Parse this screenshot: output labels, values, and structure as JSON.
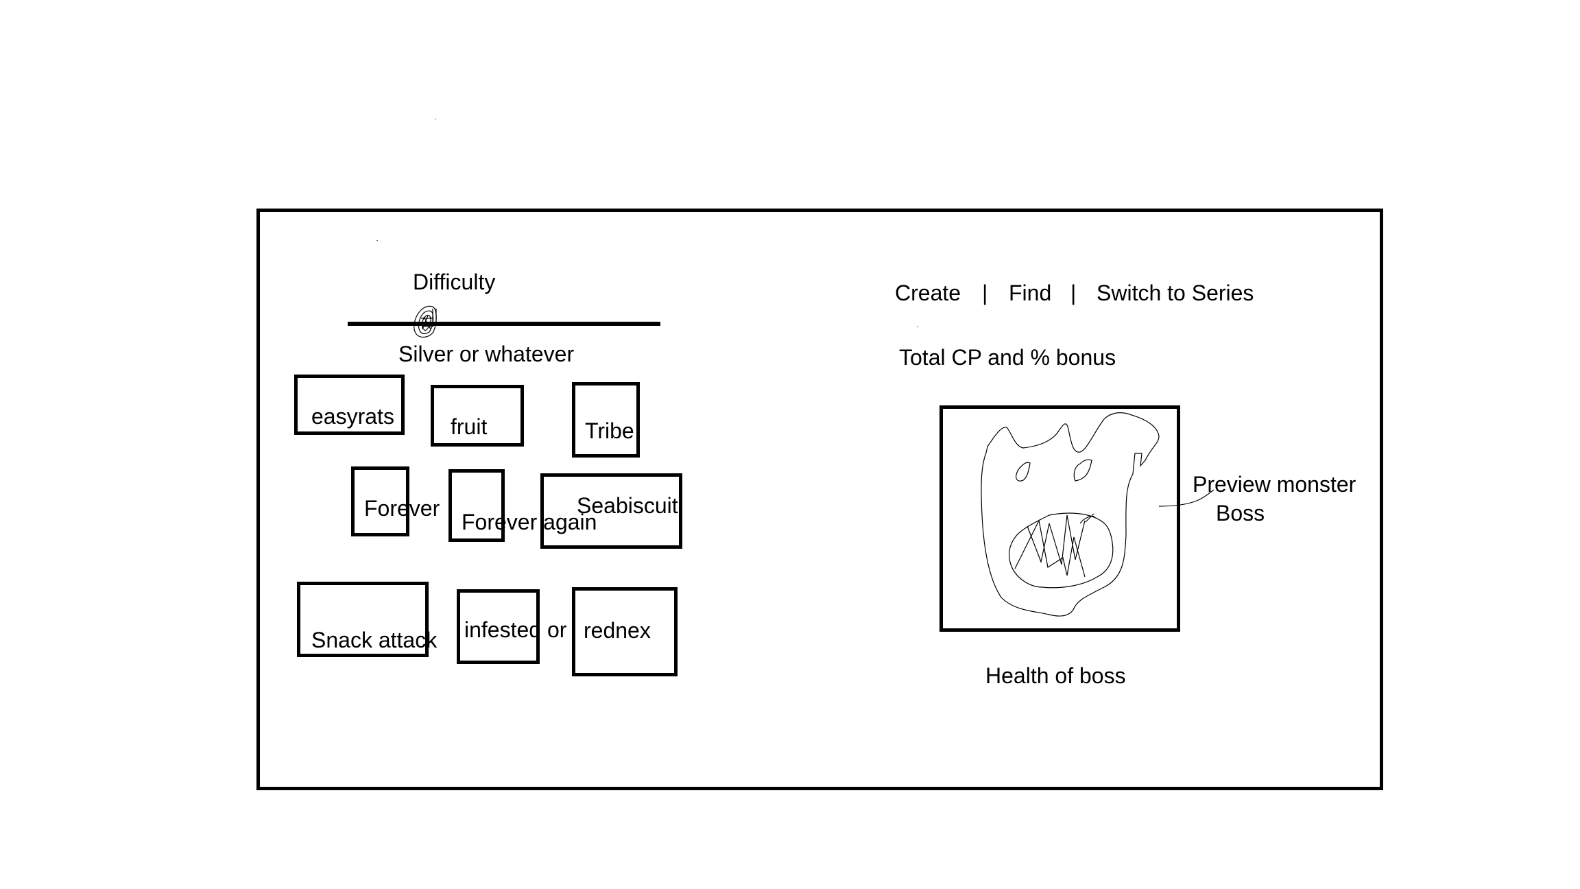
{
  "difficulty": {
    "label": "Difficulty",
    "value_label": "Silver or whatever",
    "slider_value_fraction": 0.26
  },
  "maps": [
    {
      "label": "easyrats"
    },
    {
      "label": "fruit"
    },
    {
      "label": "Tribe"
    },
    {
      "label": "Forever"
    },
    {
      "label": "Forever again"
    },
    {
      "label": "Seabiscuit"
    },
    {
      "label": "Snack attack"
    },
    {
      "label": "infested or"
    },
    {
      "label": "rednex"
    }
  ],
  "menu": {
    "items": [
      {
        "label": "Create"
      },
      {
        "label": "Find"
      },
      {
        "label": "Switch to Series"
      }
    ],
    "separator": "|"
  },
  "summary": {
    "total_cp": "Total CP and % bonus"
  },
  "preview": {
    "label_line1": "Preview monster",
    "label_line2": "Boss",
    "health_label": "Health of boss"
  },
  "icons": {
    "slider_handle": "scribble-handle-icon",
    "monster": "monster-boss-drawing"
  }
}
